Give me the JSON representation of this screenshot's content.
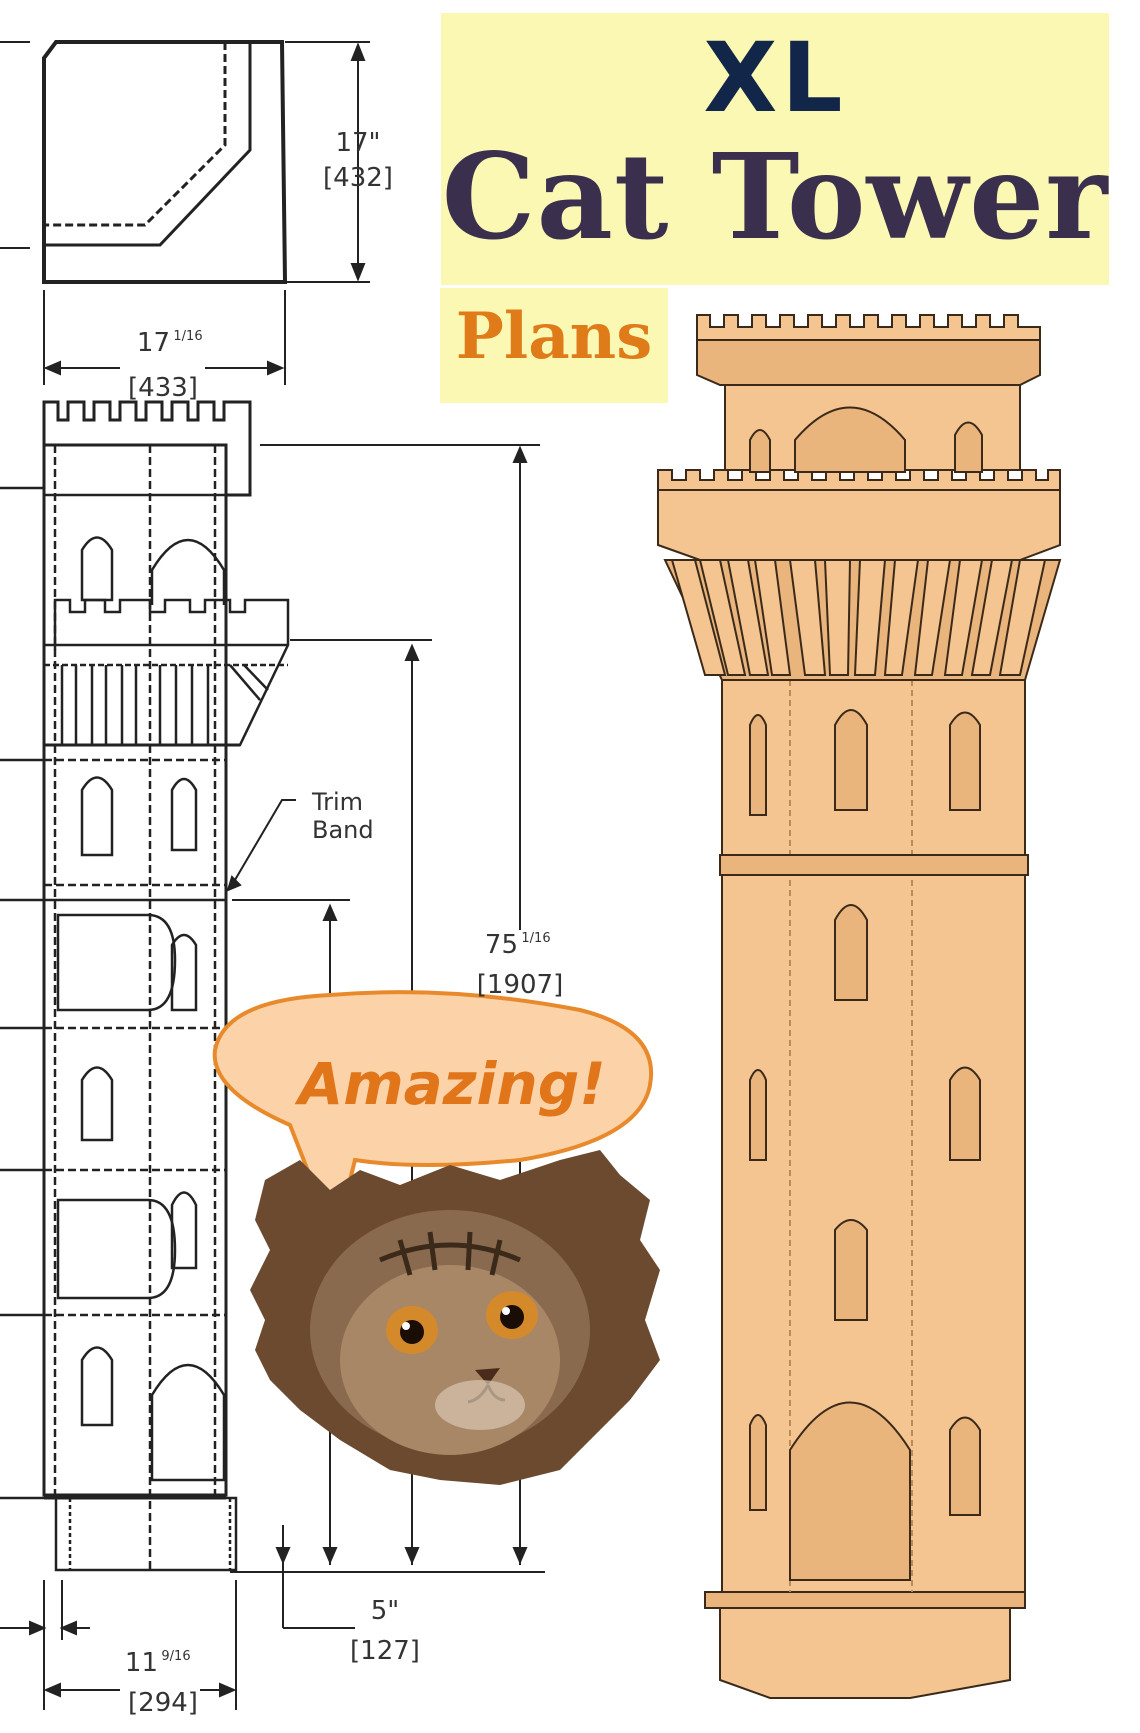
{
  "title": {
    "size_label": "XL",
    "name": "Cat Tower",
    "subtitle": "Plans"
  },
  "dimensions": {
    "top_height_in": "17\"",
    "top_height_mm": "[432]",
    "top_width_in": "17",
    "top_width_frac": "1/16",
    "top_width_mm": "[433]",
    "total_height_in": "75",
    "total_height_frac": "1/16",
    "total_height_mm": "[1907]",
    "base_offset_in": "5\"",
    "base_offset_mm": "[127]",
    "base_width_in": "11",
    "base_width_frac": "9/16",
    "base_width_mm": "[294]"
  },
  "annotations": {
    "trim_band": [
      "Trim",
      "Band"
    ]
  },
  "speech_bubble": {
    "text": "Amazing!"
  },
  "colors": {
    "title_bg": "#fbf8b4",
    "title_xl": "#12264a",
    "title_main": "#3b2f4e",
    "subtitle": "#e07b1a",
    "tower_face": "#f4c590",
    "tower_side": "#e9b57d",
    "bubble_fill": "#fcd2a8",
    "bubble_stroke": "#e88a2c"
  },
  "icons": {
    "cat": "cat-face-icon"
  }
}
